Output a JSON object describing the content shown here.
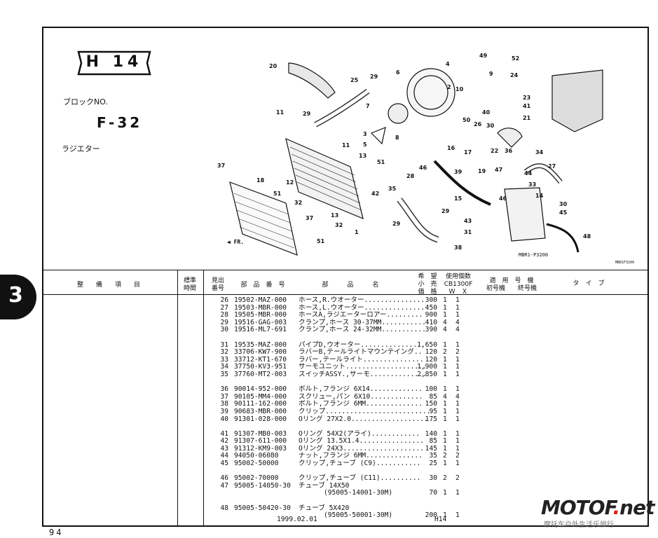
{
  "header": {
    "section_code": "H 14",
    "block_label": "ブロックNO.",
    "block_no": "F-32",
    "subject": "ラジエター"
  },
  "chapter_tab": "3",
  "diagram": {
    "callouts": [
      "1",
      "2",
      "3",
      "4",
      "5",
      "6",
      "7",
      "8",
      "9",
      "10",
      "11",
      "12",
      "13",
      "14",
      "15",
      "16",
      "17",
      "18",
      "19",
      "20",
      "21",
      "22",
      "23",
      "24",
      "25",
      "26",
      "27",
      "28",
      "29",
      "30",
      "31",
      "32",
      "33",
      "34",
      "35",
      "36",
      "37",
      "38",
      "39",
      "40",
      "41",
      "42",
      "43",
      "44",
      "45",
      "46",
      "47",
      "48",
      "49",
      "50",
      "51",
      "52"
    ],
    "fr_label": "FR.",
    "caption_main": "MBR1-P3200",
    "caption_small": "MBR1F3200"
  },
  "columns": {
    "c1": "整　　備　　項　　目",
    "c2_top": "標準",
    "c2_bottom": "時間",
    "c3_top": "見出",
    "c3_bottom": "番号",
    "c4": "部　品　番　号",
    "c5": "部　　　品　　　名",
    "c6_top": "希　望",
    "c6_mid": "小　売",
    "c6_bottom": "価　格",
    "c7_top": "使用個数",
    "c7_mid": "CB1300F",
    "c7_bottom": "Ｗ　Ｘ",
    "c8_top": "適　用　号　機",
    "c8_bottom": "初号機　　終号機",
    "c9": "タ　イ　プ"
  },
  "parts": [
    {
      "ref": "26",
      "pn": "19502-MAZ-000",
      "name": "ホース,R.ウオーター...............",
      "price": "300",
      "q1": "1",
      "q2": "1"
    },
    {
      "ref": "27",
      "pn": "19503-MBR-000",
      "name": "ホース,L.ウオーター...............",
      "price": "450",
      "q1": "1",
      "q2": "1"
    },
    {
      "ref": "28",
      "pn": "19505-MBR-000",
      "name": "ホースA,ラジエーターロアー.........",
      "price": "900",
      "q1": "1",
      "q2": "1"
    },
    {
      "ref": "29",
      "pn": "19516-GAG-003",
      "name": "クランプ,ホース 30-37MM...........",
      "price": "410",
      "q1": "4",
      "q2": "4"
    },
    {
      "ref": "30",
      "pn": "19516-ML7-691",
      "name": "クランプ,ホース 24-32MM...........",
      "price": "390",
      "q1": "4",
      "q2": "4"
    },
    {
      "gap": true
    },
    {
      "ref": "31",
      "pn": "19535-MAZ-000",
      "name": "パイプD,ウオーター................",
      "price": "1,650",
      "q1": "1",
      "q2": "1"
    },
    {
      "ref": "32",
      "pn": "33706-KW7-900",
      "name": "ラバーB,テールライトマウンテイング..",
      "price": "120",
      "q1": "2",
      "q2": "2"
    },
    {
      "ref": "33",
      "pn": "33712-KT1-670",
      "name": "ラバー,テールライト...............",
      "price": "120",
      "q1": "1",
      "q2": "1"
    },
    {
      "ref": "34",
      "pn": "37750-KV3-951",
      "name": "サーモユニット....................",
      "price": "1,900",
      "q1": "1",
      "q2": "1"
    },
    {
      "ref": "35",
      "pn": "37760-MT2-003",
      "name": "スイッチASSY.,サーモ..............",
      "price": "2,850",
      "q1": "1",
      "q2": "1"
    },
    {
      "gap": true
    },
    {
      "ref": "36",
      "pn": "90014-952-000",
      "name": "ボルト,フランジ 6X14.............",
      "price": "100",
      "q1": "1",
      "q2": "1"
    },
    {
      "ref": "37",
      "pn": "90105-MM4-000",
      "name": "スクリュー,パン 6X10.............",
      "price": "85",
      "q1": "4",
      "q2": "4"
    },
    {
      "ref": "38",
      "pn": "90111-162-000",
      "name": "ボルト,フランジ 6MM..............",
      "price": "150",
      "q1": "1",
      "q2": "1"
    },
    {
      "ref": "39",
      "pn": "90683-MBR-000",
      "name": "クリップ..........................",
      "price": "95",
      "q1": "1",
      "q2": "1"
    },
    {
      "ref": "40",
      "pn": "91301-028-000",
      "name": "Oリング 27X2.0...................",
      "price": "175",
      "q1": "1",
      "q2": "1"
    },
    {
      "gap": true
    },
    {
      "ref": "41",
      "pn": "91307-MB0-003",
      "name": "Oリング 54X2(アライ)............",
      "price": "140",
      "q1": "1",
      "q2": "1"
    },
    {
      "ref": "42",
      "pn": "91307-611-000",
      "name": "Oリング 13.5X1.4................",
      "price": "85",
      "q1": "1",
      "q2": "1"
    },
    {
      "ref": "43",
      "pn": "91312-KM9-003",
      "name": "Oリング 24X3....................",
      "price": "145",
      "q1": "1",
      "q2": "1"
    },
    {
      "ref": "44",
      "pn": "94050-06080",
      "name": "ナット,フランジ 6MM..............",
      "price": "35",
      "q1": "2",
      "q2": "2"
    },
    {
      "ref": "45",
      "pn": "95002-50000",
      "name": "クリップ,チューブ (C9)...........",
      "price": "25",
      "q1": "1",
      "q2": "1"
    },
    {
      "gap": true
    },
    {
      "ref": "46",
      "pn": "95002-70000",
      "name": "クリップ,チューブ (C11)..........",
      "price": "30",
      "q1": "2",
      "q2": "2"
    },
    {
      "ref": "47",
      "pn": "95005-14050-30",
      "name": "チューブ 14X50",
      "price": "",
      "q1": "",
      "q2": ""
    },
    {
      "ref": "",
      "pn": "",
      "name": "(95005-14001-30M)",
      "price": "70",
      "q1": "1",
      "q2": "1",
      "indent": true
    },
    {
      "gap": true
    },
    {
      "ref": "48",
      "pn": "95005-50420-30",
      "name": "チューブ 5X420",
      "price": "",
      "q1": "",
      "q2": ""
    },
    {
      "ref": "",
      "pn": "",
      "name": "(95005-50001-30M)",
      "price": "200",
      "q1": "1",
      "q2": "1",
      "indent": true
    }
  ],
  "footer": {
    "date": "1999.02.01",
    "code": "H14",
    "page": "94"
  },
  "watermark": {
    "main_a": "MOTOF",
    "main_dot": ".",
    "main_b": "net",
    "sub": "摩托车户外生活乐旅行"
  }
}
